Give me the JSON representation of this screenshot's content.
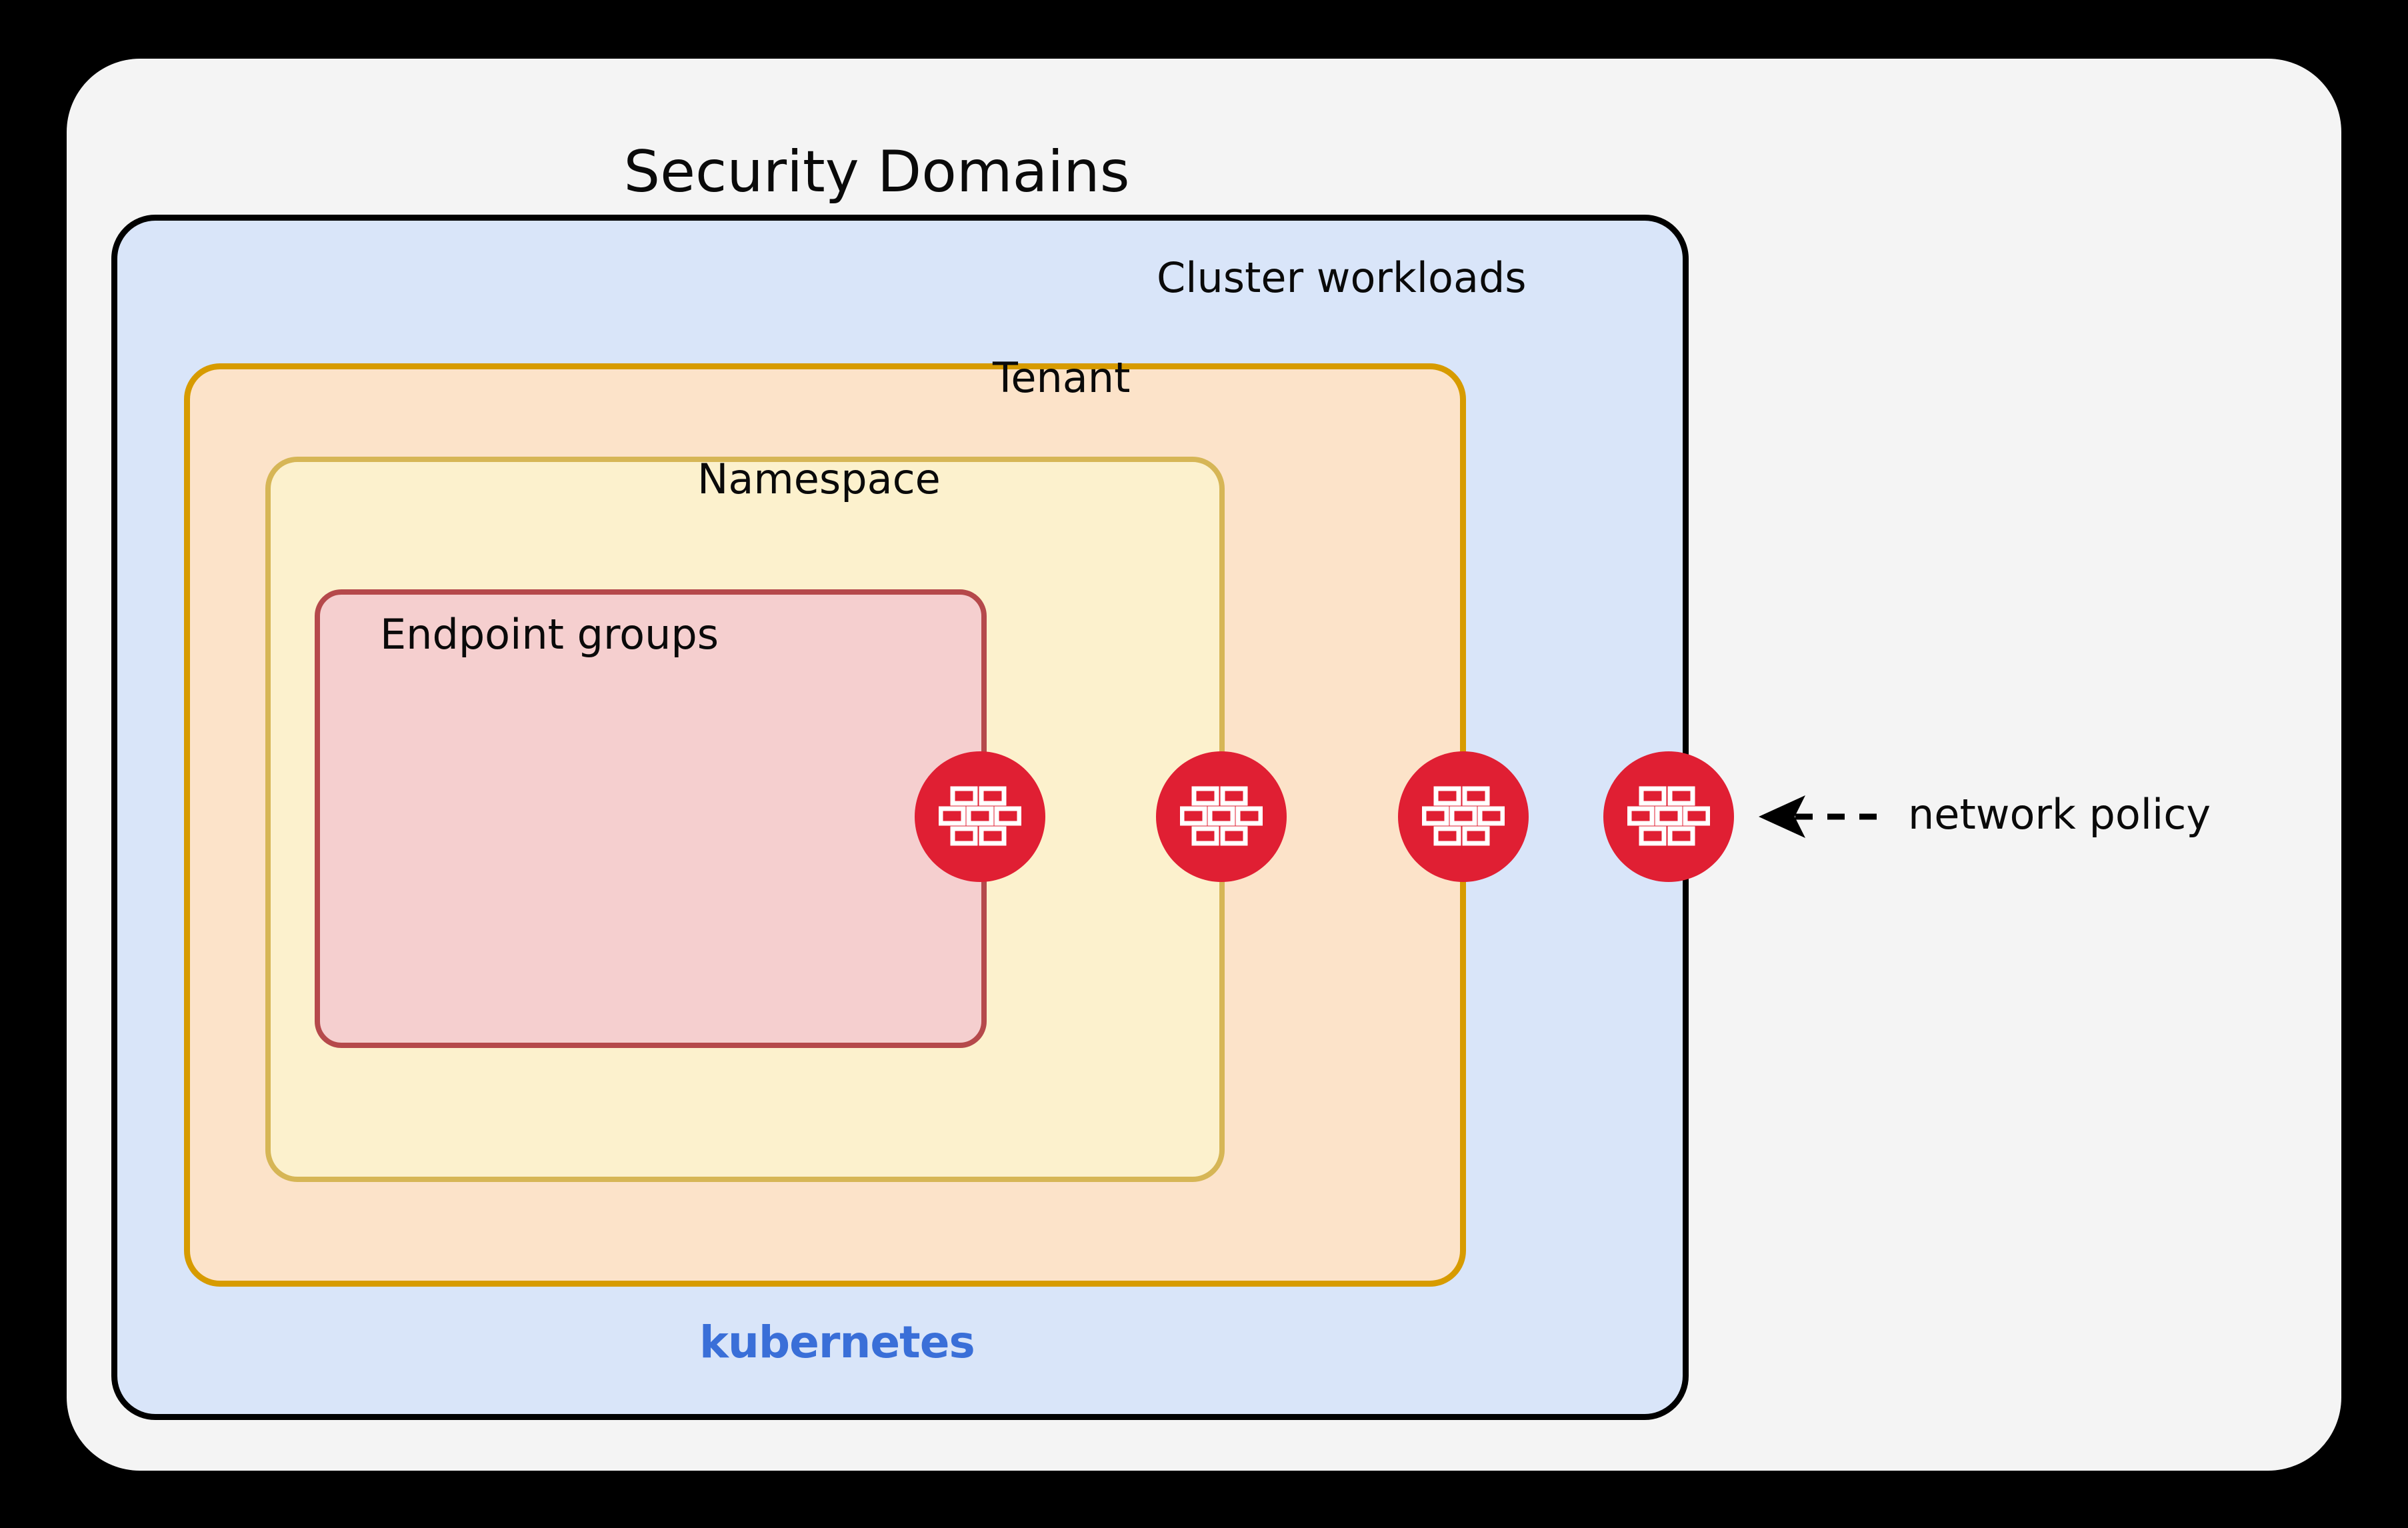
{
  "diagram": {
    "title": "Security Domains",
    "background_color": "#F4F4F4",
    "outer_color": "#000000"
  },
  "domains": [
    {
      "key": "cluster",
      "label": "Cluster workloads",
      "fill": "#D9E5F9",
      "stroke": "#000000",
      "footer_label": "kubernetes",
      "footer_color": "#3A6FD8"
    },
    {
      "key": "tenant",
      "label": "Tenant",
      "fill": "#FCE3C9",
      "stroke": "#D79B00"
    },
    {
      "key": "namespace",
      "label": "Namespace",
      "fill": "#FCF1CD",
      "stroke": "#D6B656"
    },
    {
      "key": "endpoint",
      "label": "Endpoint groups",
      "fill": "#F5CFCF",
      "stroke": "#B5494B"
    }
  ],
  "policy_nodes": {
    "icon": "firewall-brick-icon",
    "color": "#E01F33",
    "count": 4
  },
  "annotation": {
    "label": "network policy",
    "arrow": "dashed-left-arrow-icon"
  }
}
